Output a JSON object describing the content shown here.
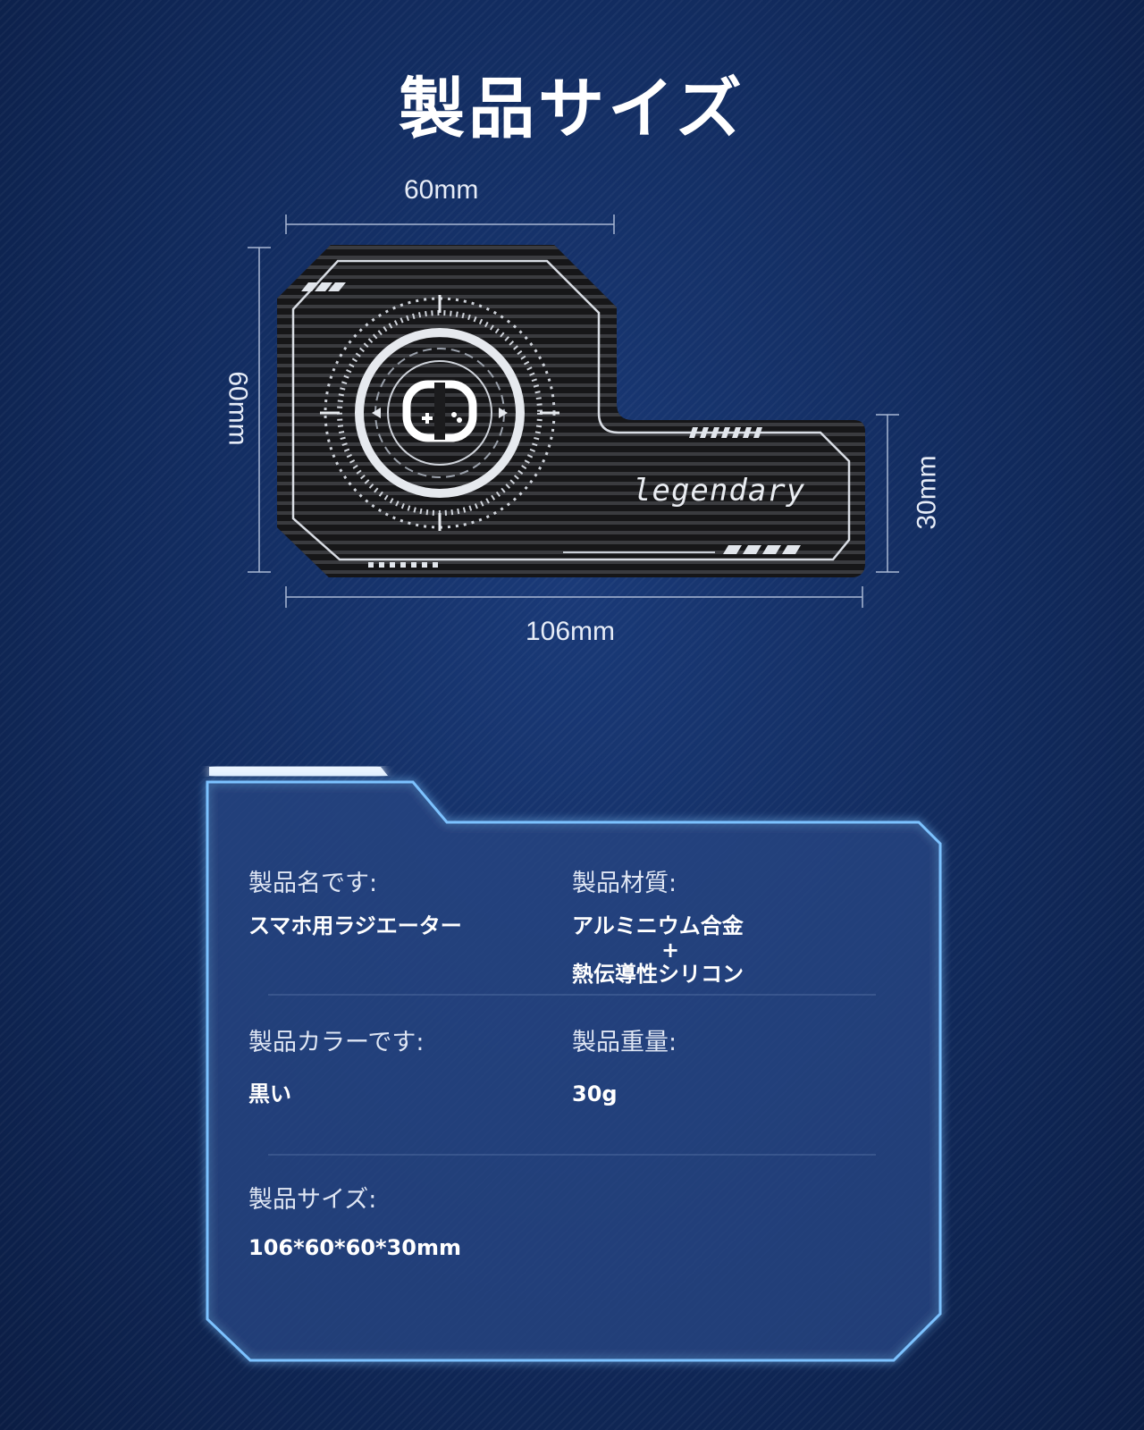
{
  "title": "製品サイズ",
  "dimensions": {
    "top_width": "60mm",
    "left_height": "60mm",
    "right_height": "30mm",
    "bottom_width": "106mm"
  },
  "product": {
    "logo_text": "legendary"
  },
  "specs": {
    "name_label": "製品名です:",
    "name_value": "スマホ用ラジエーター",
    "material_label": "製品材質:",
    "material_value_line1": "アルミニウム合金",
    "material_value_plus": "+",
    "material_value_line2": "熱伝導性シリコン",
    "color_label": "製品カラーです:",
    "color_value": "黒い",
    "weight_label": "製品重量:",
    "weight_value": "30g",
    "size_label": "製品サイズ:",
    "size_value": "106*60*60*30mm"
  },
  "colors": {
    "background": "#0f2452",
    "panel_border": "#5fb0ff",
    "product_body": "#1b1b1d",
    "product_stripes": "#cfd3da"
  },
  "icons": {
    "product_center": "gamepad-icon"
  }
}
